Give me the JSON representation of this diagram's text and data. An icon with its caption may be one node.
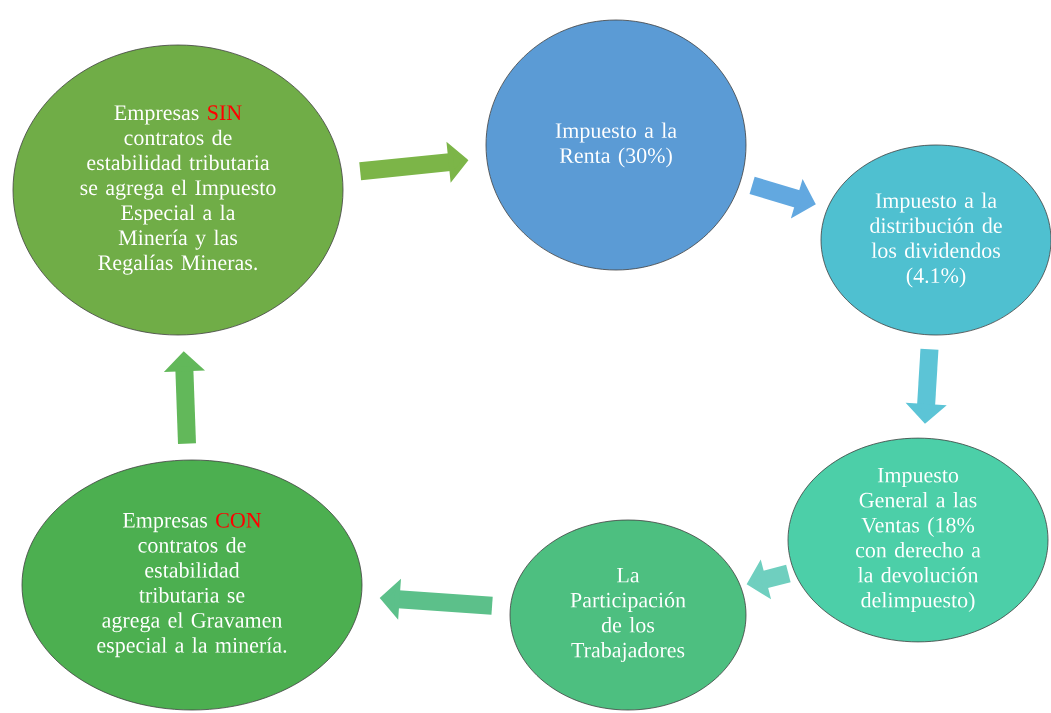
{
  "diagram": {
    "nodes": [
      {
        "text": [
          "Empresas",
          "SIN",
          "contratos de estabilidad tributaria se agrega el Impuesto Especial a la Minería y las Regalías Mineras."
        ]
      },
      {
        "text": [
          "Impuesto a la Renta (30%)"
        ]
      },
      {
        "text": [
          "Impuesto a la distribución de los dividendos (4.1%)"
        ]
      },
      {
        "text": [
          "Impuesto General a las Ventas (18% con derecho a la devolución delimpuesto)"
        ]
      },
      {
        "text": [
          "La Participación de los Trabajadores"
        ]
      },
      {
        "text": [
          "Empresas",
          "CON",
          "contratos de estabilidad tributaria se agrega el Gravamen especial a la minería."
        ]
      }
    ],
    "edges": [
      {
        "from": 0,
        "to": 1,
        "arrow": "to",
        "color": "#7cb548"
      },
      {
        "from": 1,
        "to": 2,
        "arrow": "to",
        "color": "#62a8e0"
      },
      {
        "from": 2,
        "to": 3,
        "arrow": "to",
        "color": "#5cc4d6"
      },
      {
        "from": 3,
        "to": 4,
        "arrow": "to",
        "color": "#6fcfbf"
      },
      {
        "from": 4,
        "to": 5,
        "arrow": "to",
        "color": "#5cc08a"
      },
      {
        "from": 5,
        "to": 0,
        "arrow": "to",
        "color": "#62b85a"
      }
    ]
  }
}
